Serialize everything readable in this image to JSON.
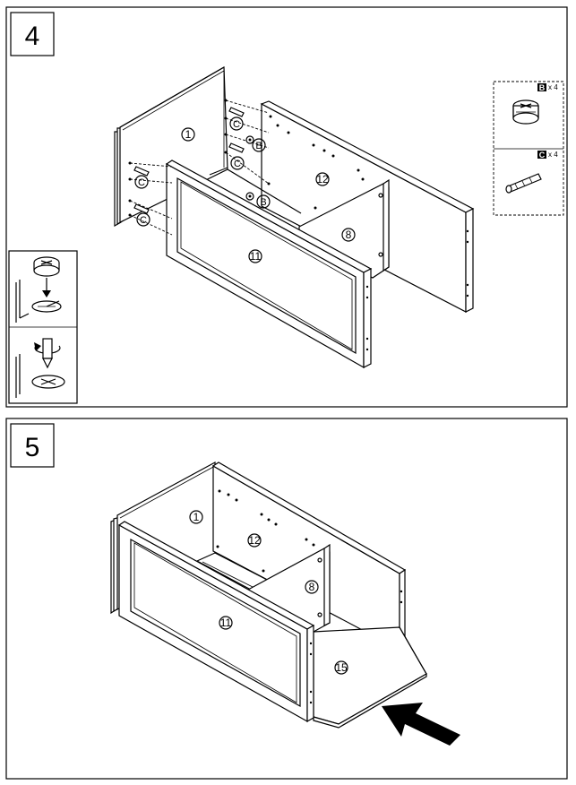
{
  "steps": [
    {
      "number": "4",
      "parts": {
        "p1": "1",
        "p12": "12",
        "p8": "8",
        "p11": "11"
      },
      "callouts": {
        "c": "C",
        "b": "B"
      },
      "hardware": [
        {
          "letter": "B",
          "qty": "x 4",
          "icon": "cam-lock-icon"
        },
        {
          "letter": "C",
          "qty": "x 4",
          "icon": "dowel-icon"
        }
      ]
    },
    {
      "number": "5",
      "parts": {
        "p1": "1",
        "p12": "12",
        "p8": "8",
        "p11": "11",
        "p15": "15"
      }
    }
  ]
}
